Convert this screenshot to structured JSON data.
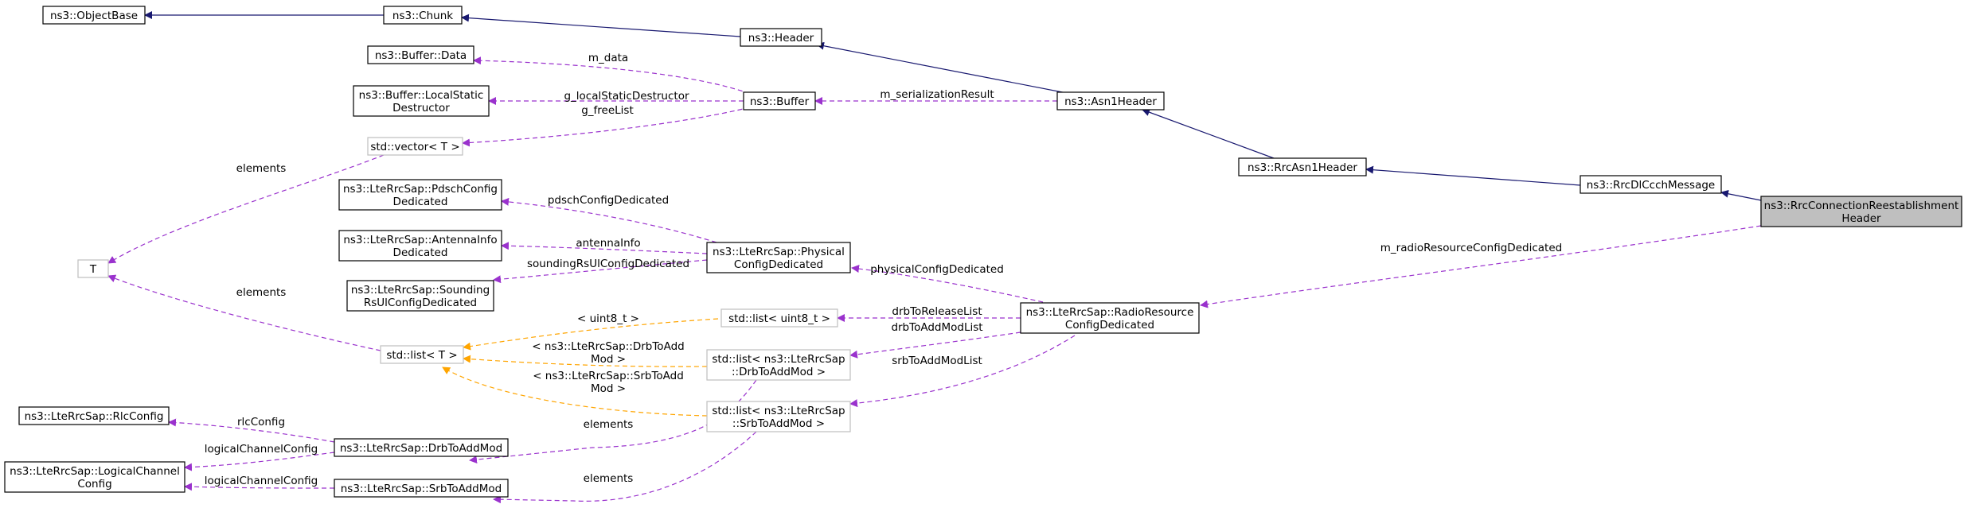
{
  "diagram": {
    "nodes": [
      {
        "id": "objectbase",
        "lines": [
          "ns3::ObjectBase"
        ]
      },
      {
        "id": "chunk",
        "lines": [
          "ns3::Chunk"
        ]
      },
      {
        "id": "header",
        "lines": [
          "ns3::Header"
        ]
      },
      {
        "id": "buffer_data",
        "lines": [
          "ns3::Buffer::Data"
        ]
      },
      {
        "id": "buffer_lsd",
        "lines": [
          "ns3::Buffer::LocalStatic",
          "Destructor"
        ]
      },
      {
        "id": "buffer",
        "lines": [
          "ns3::Buffer"
        ]
      },
      {
        "id": "asn1header",
        "lines": [
          "ns3::Asn1Header"
        ]
      },
      {
        "id": "vector_t",
        "lines": [
          "std::vector< T >"
        ]
      },
      {
        "id": "rrcasn1header",
        "lines": [
          "ns3::RrcAsn1Header"
        ]
      },
      {
        "id": "pdsch",
        "lines": [
          "ns3::LteRrcSap::PdschConfig",
          "Dedicated"
        ]
      },
      {
        "id": "rrcdlccch",
        "lines": [
          "ns3::RrcDlCcchMessage"
        ]
      },
      {
        "id": "focus",
        "lines": [
          "ns3::RrcConnectionReestablishment",
          "Header"
        ]
      },
      {
        "id": "T",
        "lines": [
          "T"
        ]
      },
      {
        "id": "antenna",
        "lines": [
          "ns3::LteRrcSap::AntennaInfo",
          "Dedicated"
        ]
      },
      {
        "id": "physical",
        "lines": [
          "ns3::LteRrcSap::Physical",
          "ConfigDedicated"
        ]
      },
      {
        "id": "sounding",
        "lines": [
          "ns3::LteRrcSap::Sounding",
          "RsUlConfigDedicated"
        ]
      },
      {
        "id": "list_uint8",
        "lines": [
          "std::list< uint8_t >"
        ]
      },
      {
        "id": "radioresource",
        "lines": [
          "ns3::LteRrcSap::RadioResource",
          "ConfigDedicated"
        ]
      },
      {
        "id": "list_t",
        "lines": [
          "std::list< T >"
        ]
      },
      {
        "id": "list_drb",
        "lines": [
          "std::list< ns3::LteRrcSap",
          "::DrbToAddMod >"
        ]
      },
      {
        "id": "list_srb",
        "lines": [
          "std::list< ns3::LteRrcSap",
          "::SrbToAddMod >"
        ]
      },
      {
        "id": "rlcconfig",
        "lines": [
          "ns3::LteRrcSap::RlcConfig"
        ]
      },
      {
        "id": "drbtoaddmod",
        "lines": [
          "ns3::LteRrcSap::DrbToAddMod"
        ]
      },
      {
        "id": "logicalchannel",
        "lines": [
          "ns3::LteRrcSap::LogicalChannel",
          "Config"
        ]
      },
      {
        "id": "srbtoaddmod",
        "lines": [
          "ns3::LteRrcSap::SrbToAddMod"
        ]
      }
    ],
    "edges": [
      {
        "id": "e_chunk_objectbase",
        "kind": "inherit",
        "from": "chunk",
        "to": "objectbase",
        "label": ""
      },
      {
        "id": "e_header_chunk",
        "kind": "inherit",
        "from": "header",
        "to": "chunk",
        "label": ""
      },
      {
        "id": "e_asn1_header",
        "kind": "inherit",
        "from": "asn1header",
        "to": "header",
        "label": ""
      },
      {
        "id": "e_rrcasn1_asn1",
        "kind": "inherit",
        "from": "rrcasn1header",
        "to": "asn1header",
        "label": ""
      },
      {
        "id": "e_dlccch_rrcasn1",
        "kind": "inherit",
        "from": "rrcdlccch",
        "to": "rrcasn1header",
        "label": ""
      },
      {
        "id": "e_focus_dlccch",
        "kind": "inherit",
        "from": "focus",
        "to": "rrcdlccch",
        "label": ""
      },
      {
        "id": "e_m_data",
        "kind": "member",
        "from": "buffer",
        "to": "buffer_data",
        "label": "m_data"
      },
      {
        "id": "e_g_lsd",
        "kind": "member",
        "from": "buffer",
        "to": "buffer_lsd",
        "label": "g_localStaticDestructor"
      },
      {
        "id": "e_g_freelist",
        "kind": "member",
        "from": "buffer",
        "to": "vector_t",
        "label": "g_freeList"
      },
      {
        "id": "e_m_serialization",
        "kind": "member",
        "from": "asn1header",
        "to": "buffer",
        "label": "m_serializationResult"
      },
      {
        "id": "e_vector_elements",
        "kind": "member",
        "from": "vector_t",
        "to": "T",
        "label": "elements"
      },
      {
        "id": "e_list_elements",
        "kind": "member",
        "from": "list_t",
        "to": "T",
        "label": "elements"
      },
      {
        "id": "e_pdsch",
        "kind": "member",
        "from": "physical",
        "to": "pdsch",
        "label": "pdschConfigDedicated"
      },
      {
        "id": "e_antenna",
        "kind": "member",
        "from": "physical",
        "to": "antenna",
        "label": "antennaInfo"
      },
      {
        "id": "e_sounding",
        "kind": "member",
        "from": "physical",
        "to": "sounding",
        "label": "soundingRsUlConfigDedicated"
      },
      {
        "id": "e_radio_focus",
        "kind": "member",
        "from": "focus",
        "to": "radioresource",
        "label": "m_radioResourceConfigDedicated"
      },
      {
        "id": "e_physical_radio",
        "kind": "member",
        "from": "radioresource",
        "to": "physical",
        "label": "physicalConfigDedicated"
      },
      {
        "id": "e_drbrelease",
        "kind": "member",
        "from": "radioresource",
        "to": "list_uint8",
        "label": "drbToReleaseList"
      },
      {
        "id": "e_drbaddmodlist",
        "kind": "member",
        "from": "radioresource",
        "to": "list_drb",
        "label": "drbToAddModList"
      },
      {
        "id": "e_srbaddmodlist",
        "kind": "member",
        "from": "radioresource",
        "to": "list_srb",
        "label": "srbToAddModList"
      },
      {
        "id": "e_t_uint8",
        "kind": "template",
        "from": "list_uint8",
        "to": "list_t",
        "label": "< uint8_t >"
      },
      {
        "id": "e_t_drb",
        "kind": "template",
        "from": "list_drb",
        "to": "list_t",
        "label_lines": [
          "< ns3::LteRrcSap::DrbToAdd",
          "Mod >"
        ]
      },
      {
        "id": "e_t_srb",
        "kind": "template",
        "from": "list_srb",
        "to": "list_t",
        "label_lines": [
          "< ns3::LteRrcSap::SrbToAdd",
          "Mod >"
        ]
      },
      {
        "id": "e_drb_elements",
        "kind": "member",
        "from": "list_drb",
        "to": "drbtoaddmod",
        "label": "elements"
      },
      {
        "id": "e_srb_elements",
        "kind": "member",
        "from": "list_srb",
        "to": "srbtoaddmod",
        "label": "elements"
      },
      {
        "id": "e_rlcconfig",
        "kind": "member",
        "from": "drbtoaddmod",
        "to": "rlcconfig",
        "label": "rlcConfig"
      },
      {
        "id": "e_lc_drb",
        "kind": "member",
        "from": "drbtoaddmod",
        "to": "logicalchannel",
        "label": "logicalChannelConfig"
      },
      {
        "id": "e_lc_srb",
        "kind": "member",
        "from": "srbtoaddmod",
        "to": "logicalchannel",
        "label": "logicalChannelConfig"
      }
    ]
  }
}
